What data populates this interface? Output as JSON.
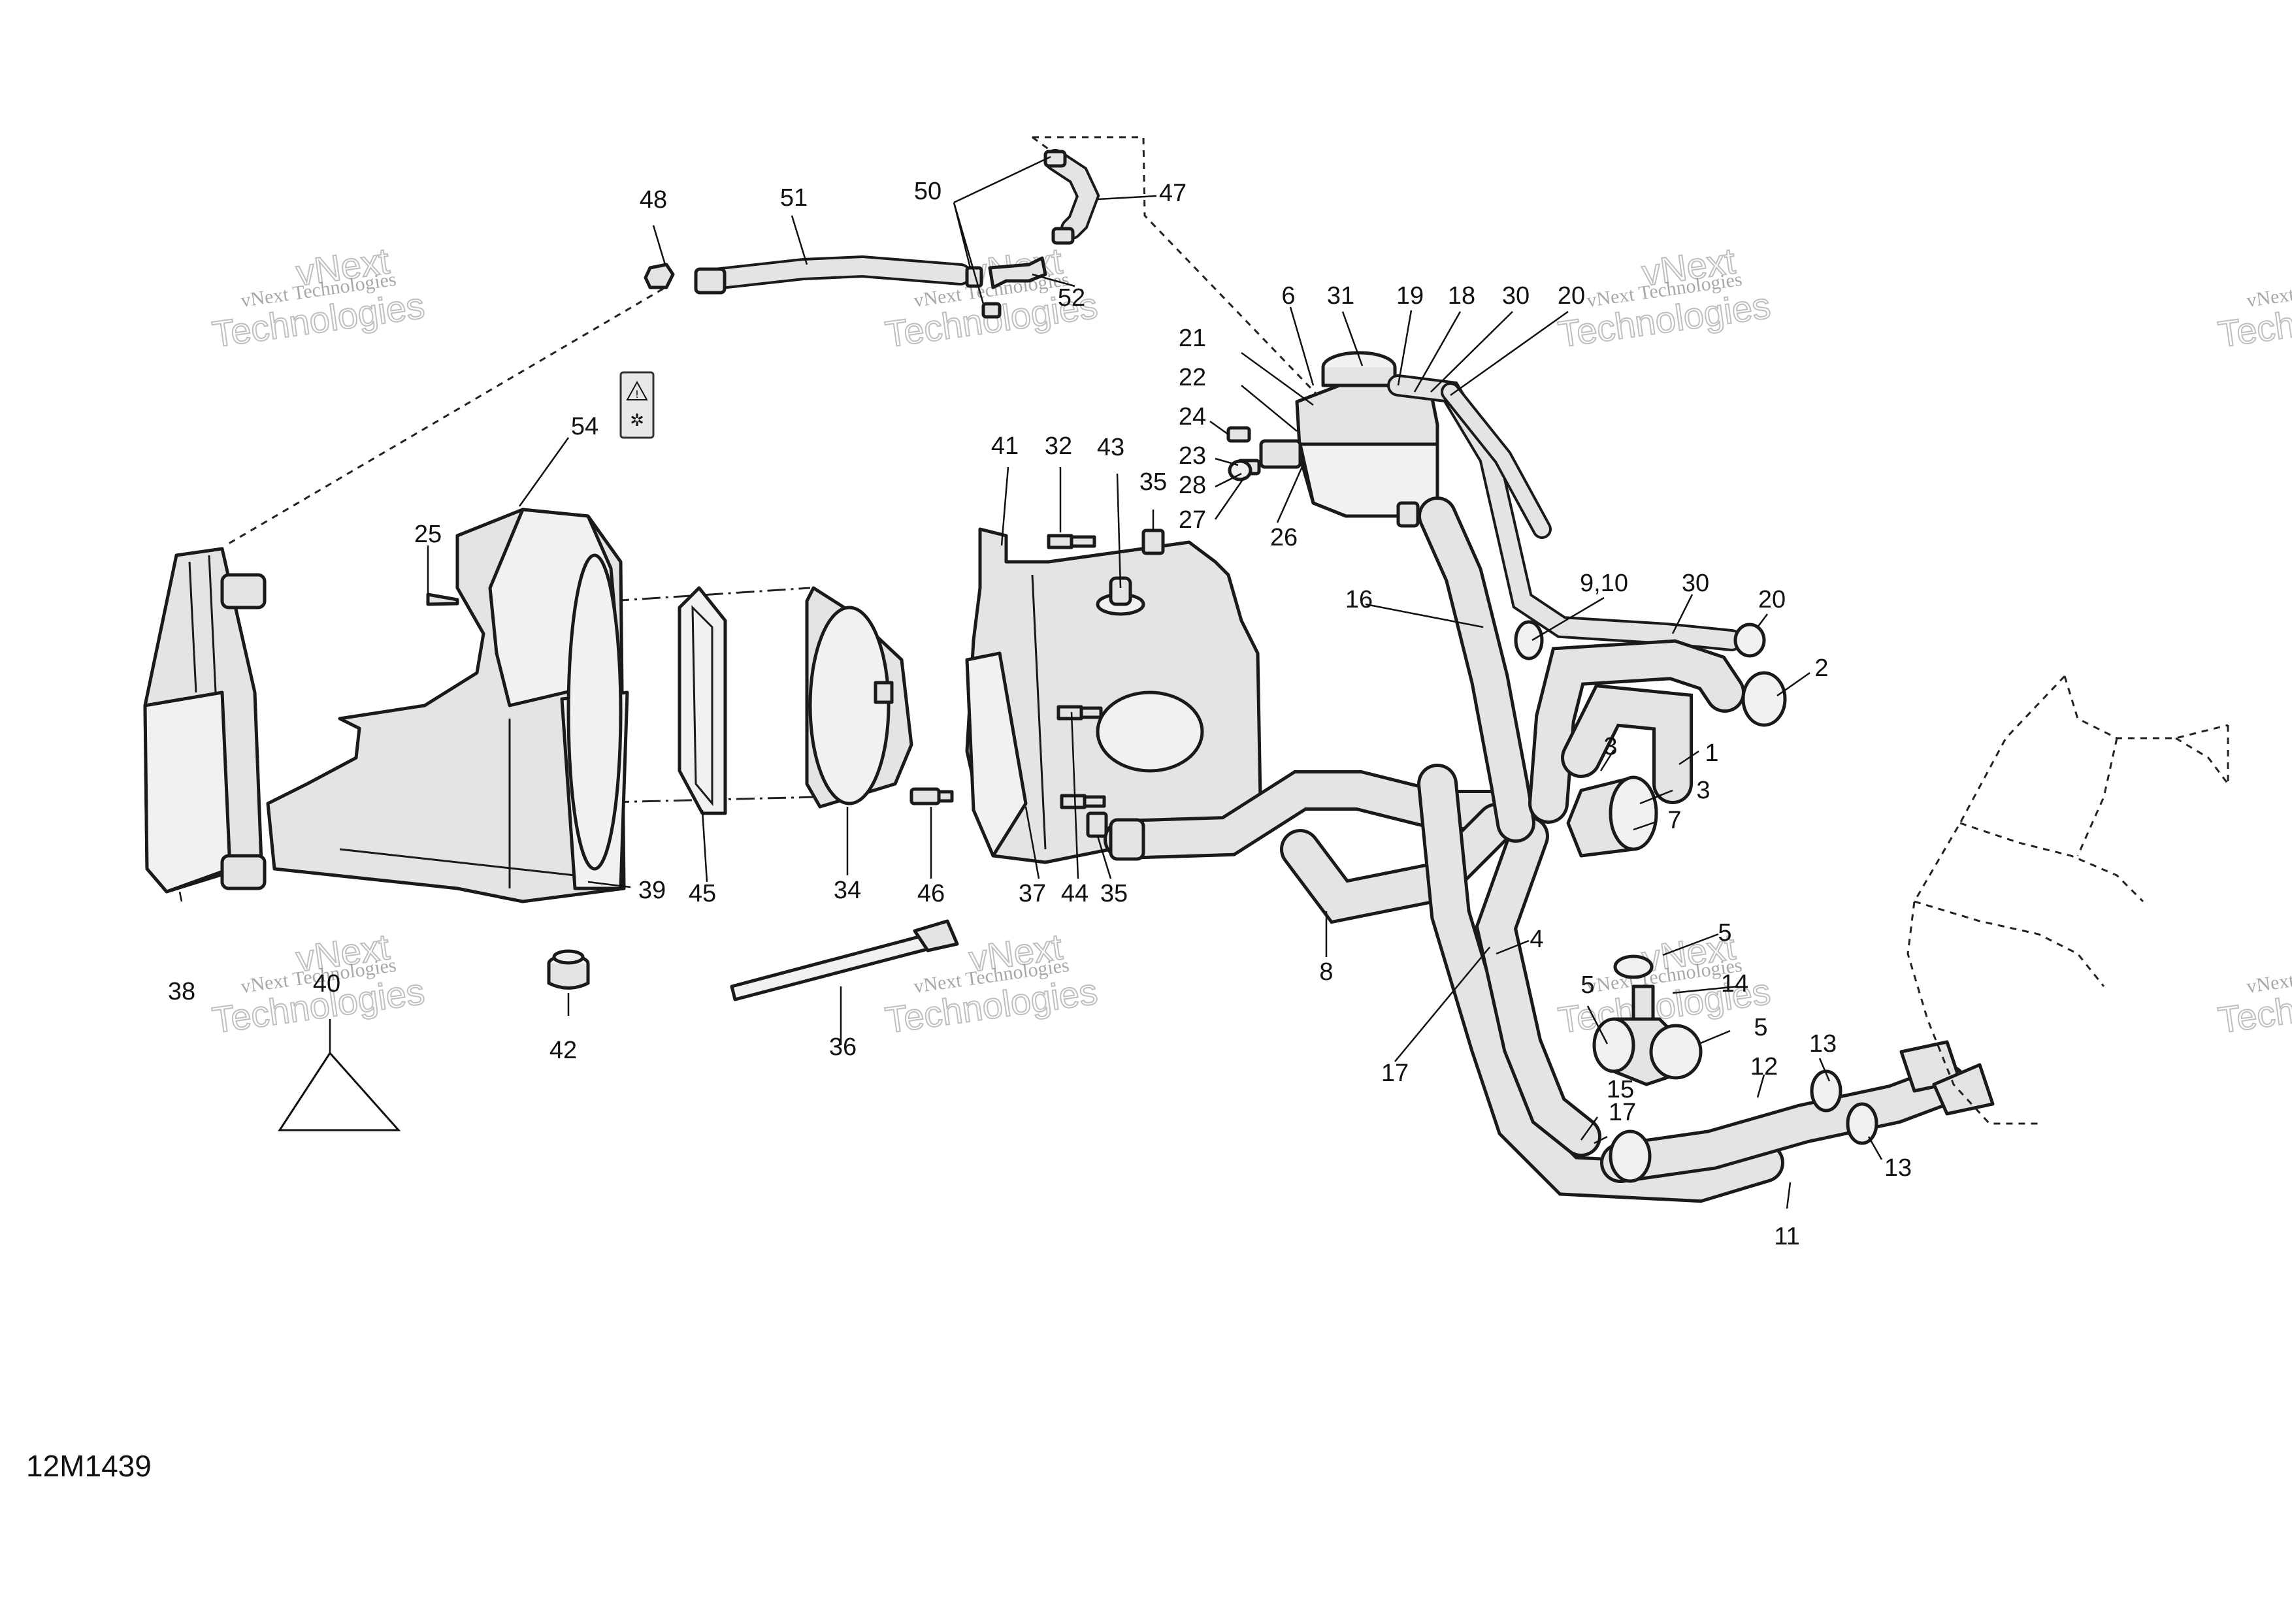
{
  "figure_id": "12M1439",
  "watermark": {
    "line1": "vNext Technologies",
    "line2": "Technologies",
    "line3": "vNext"
  },
  "callouts": [
    "1",
    "2",
    "3",
    "4",
    "5",
    "6",
    "7",
    "8",
    "9,10",
    "11",
    "12",
    "13",
    "14",
    "15",
    "16",
    "17",
    "18",
    "19",
    "20",
    "21",
    "22",
    "23",
    "24",
    "25",
    "26",
    "27",
    "28",
    "30",
    "31",
    "32",
    "34",
    "35",
    "36",
    "37",
    "38",
    "39",
    "40",
    "41",
    "42",
    "43",
    "44",
    "45",
    "46",
    "47",
    "48",
    "50",
    "51",
    "52",
    "54"
  ],
  "icons": [
    "warning-label-icon"
  ]
}
